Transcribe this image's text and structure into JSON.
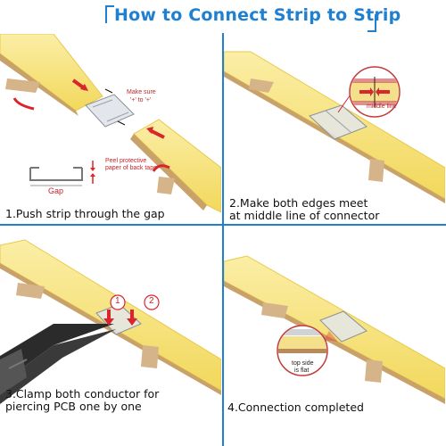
{
  "title": "How to Connect Strip to Strip",
  "steps": [
    {
      "caption": "1.Push strip through the gap",
      "make_sure_line1": "Make sure",
      "make_sure_line2": "'+' to '+'",
      "peel_line1": "Peel protective",
      "peel_line2": "paper of back tape",
      "gap_label": "Gap"
    },
    {
      "caption_line1": "2.Make both edges meet",
      "caption_line2": "at middle line of connector",
      "middle_line_label": "middle line"
    },
    {
      "caption_line1": "3.Clamp both conductor for",
      "caption_line2": "piercing PCB one by one",
      "marker1": "1",
      "marker2": "2"
    },
    {
      "caption": "4.Connection completed",
      "top_side_line1": "top side",
      "top_side_line2": "is flat"
    }
  ],
  "colors": {
    "title_blue": "#1f7fd0",
    "strip_yellow": "#f7e27a",
    "arrow_red": "#d9252b"
  }
}
